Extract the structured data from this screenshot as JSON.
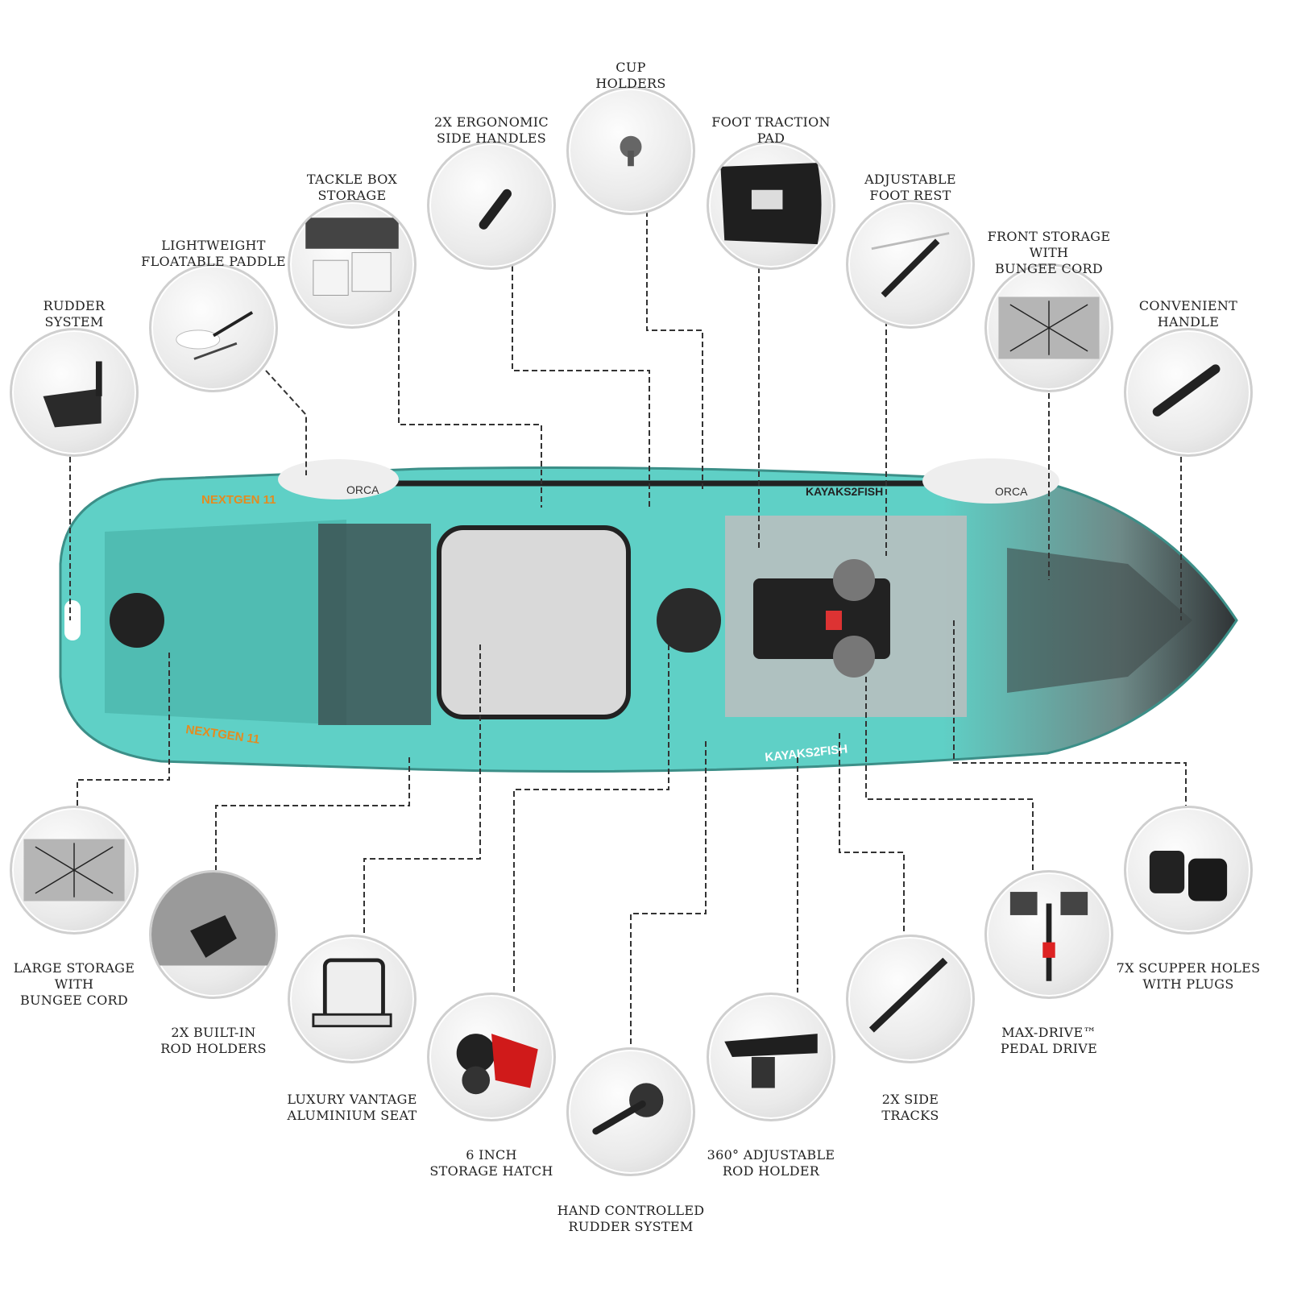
{
  "top_features": [
    {
      "id": "rudder-system",
      "lines": [
        "RUDDER",
        "SYSTEM"
      ],
      "icon": "rudder-icon"
    },
    {
      "id": "paddle",
      "lines": [
        "LIGHTWEIGHT",
        "FLOATABLE PADDLE"
      ],
      "icon": "paddle-icon"
    },
    {
      "id": "tackle-box",
      "lines": [
        "TACKLE BOX",
        "STORAGE"
      ],
      "icon": "tackle-box-icon"
    },
    {
      "id": "side-handles",
      "lines": [
        "2X ERGONOMIC",
        "SIDE HANDLES"
      ],
      "icon": "handle-icon"
    },
    {
      "id": "cup-holders",
      "lines": [
        "CUP",
        "HOLDERS"
      ],
      "icon": "cup-holder-icon"
    },
    {
      "id": "foot-traction-pad",
      "lines": [
        "FOOT TRACTION",
        "PAD"
      ],
      "icon": "traction-pad-icon"
    },
    {
      "id": "foot-rest",
      "lines": [
        "ADJUSTABLE",
        "FOOT REST"
      ],
      "icon": "foot-rest-icon"
    },
    {
      "id": "front-storage",
      "lines": [
        "FRONT STORAGE",
        "WITH",
        "BUNGEE CORD"
      ],
      "icon": "bungee-storage-icon"
    },
    {
      "id": "convenient-handle",
      "lines": [
        "CONVENIENT",
        "HANDLE"
      ],
      "icon": "carry-handle-icon"
    }
  ],
  "bottom_features": [
    {
      "id": "large-storage",
      "lines": [
        "LARGE STORAGE",
        "WITH",
        "BUNGEE CORD"
      ],
      "icon": "bungee-storage-icon"
    },
    {
      "id": "rod-holders",
      "lines": [
        "2X BUILT-IN",
        "ROD HOLDERS"
      ],
      "icon": "flush-rod-holder-icon"
    },
    {
      "id": "seat",
      "lines": [
        "LUXURY VANTAGE",
        "ALUMINIUM SEAT"
      ],
      "icon": "seat-icon"
    },
    {
      "id": "hatch",
      "lines": [
        "6 INCH",
        "STORAGE HATCH"
      ],
      "icon": "hatch-icon"
    },
    {
      "id": "hand-rudder",
      "lines": [
        "HAND CONTROLLED",
        "RUDDER SYSTEM"
      ],
      "icon": "rudder-lever-icon"
    },
    {
      "id": "adjustable-rod-holder",
      "lines": [
        "360° ADJUSTABLE",
        "ROD HOLDER"
      ],
      "icon": "rod-holder-icon"
    },
    {
      "id": "side-tracks",
      "lines": [
        "2X SIDE",
        "TRACKS"
      ],
      "icon": "track-icon"
    },
    {
      "id": "pedal-drive",
      "lines": [
        "MAX-DRIVE™",
        "PEDAL DRIVE"
      ],
      "icon": "pedal-drive-icon"
    },
    {
      "id": "scupper-plugs",
      "lines": [
        "7X SCUPPER HOLES",
        "WITH PLUGS"
      ],
      "icon": "scupper-plug-icon"
    }
  ],
  "logos": {
    "model": "NEXTGEN 11",
    "brand": "KAYAKS2FISH",
    "paddle_brand": "ORCA"
  },
  "colors": {
    "hull": "#5fd0c6",
    "hull_dark": "#2f3335",
    "leader": "#333333",
    "text": "#222222"
  }
}
